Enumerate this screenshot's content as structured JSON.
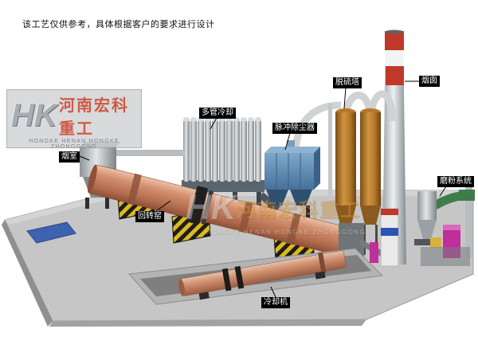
{
  "disclaimer": "该工艺仅供参考，具体根据客户的要求进行设计",
  "watermark": {
    "logo": "HK",
    "company": "河南宏科重工",
    "subtitle": "HONGKE HENAN HONGKE ZHONGGONG"
  },
  "labels": {
    "smoke_chamber": "烟室",
    "multi_tube_cooler": "多管冷却",
    "pulse_dust_collector": "脉冲除尘器",
    "desulfurization_tower": "脱硫塔",
    "chimney": "烟囱",
    "grinding_system": "磨粉系统",
    "rotary_kiln": "回转窑",
    "cooling_machine": "冷却机"
  },
  "colors": {
    "label_bg": "#000000",
    "label_text": "#ffffff",
    "kiln_body": "#cd8a68",
    "dust_collector_blue": "#5a84ab",
    "desulfurization_tower": "#b5782a",
    "chimney_band_red": "#c0382a",
    "platform_gray": "#c6c6c6",
    "hazard_yellow": "#ddb91e",
    "grinding_magenta": "#c02e9a",
    "grinding_green": "#3e7d49",
    "pad_blue": "#3d63b0"
  }
}
